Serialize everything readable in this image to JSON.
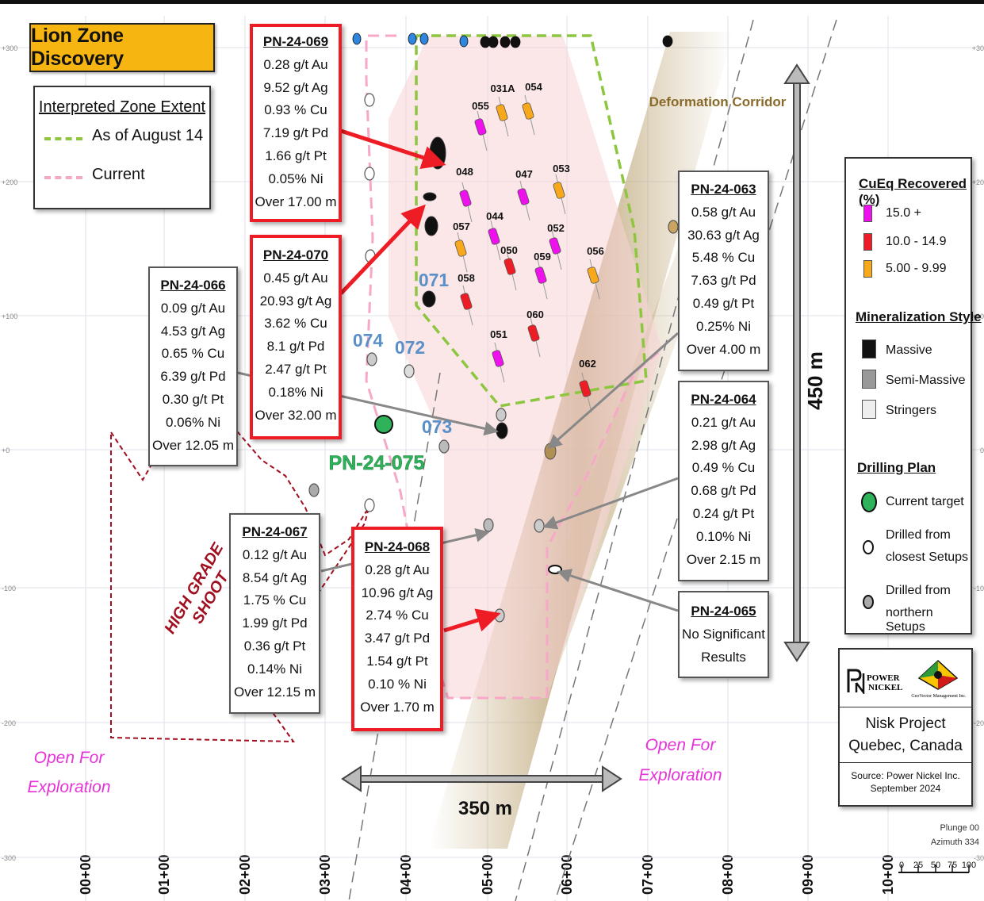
{
  "title": "Lion Zone Discovery",
  "legend_zone": {
    "heading": "Interpreted Zone Extent",
    "items": [
      {
        "label": "As of August 14",
        "color": "#8dc63f"
      },
      {
        "label": "Current",
        "color": "#f7a8c8"
      }
    ]
  },
  "right_legend": {
    "cueq_heading": "CuEq Recovered (%)",
    "cueq_items": [
      {
        "label": "15.0 +",
        "color": "#ee11ee"
      },
      {
        "label": "10.0 - 14.9",
        "color": "#ee1c25"
      },
      {
        "label": "5.00 - 9.99",
        "color": "#f7a81b"
      }
    ],
    "style_heading": "Mineralization Style",
    "style_items": [
      {
        "label": "Massive",
        "color": "#111111"
      },
      {
        "label": "Semi-Massive",
        "color": "#999999"
      },
      {
        "label": "Stringers",
        "color": "#eeeeee"
      }
    ],
    "plan_heading": "Drilling Plan",
    "plan_items": [
      "Current target",
      "Drilled from",
      "closest Setups",
      "Drilled from",
      "northern Setups"
    ]
  },
  "assay_boxes": [
    {
      "id": "PN-24-069",
      "highlight": true,
      "lines": [
        "0.28 g/t Au",
        "9.52 g/t Ag",
        "0.93 % Cu",
        "7.19 g/t Pd",
        "1.66 g/t Pt",
        "0.05% Ni",
        "Over 17.00 m"
      ]
    },
    {
      "id": "PN-24-070",
      "highlight": true,
      "lines": [
        "0.45 g/t Au",
        "20.93 g/t Ag",
        "3.62 % Cu",
        "8.1 g/t Pd",
        "2.47 g/t Pt",
        "0.18% Ni",
        "Over 32.00 m"
      ]
    },
    {
      "id": "PN-24-066",
      "highlight": false,
      "lines": [
        "0.09 g/t Au",
        "4.53 g/t Ag",
        "0.65 % Cu",
        "6.39 g/t Pd",
        "0.30 g/t Pt",
        "0.06% Ni",
        "Over 12.05 m"
      ]
    },
    {
      "id": "PN-24-063",
      "highlight": false,
      "lines": [
        "0.58 g/t Au",
        "30.63 g/t Ag",
        "5.48 % Cu",
        "7.63 g/t Pd",
        "0.49 g/t Pt",
        "0.25% Ni",
        "Over 4.00 m"
      ]
    },
    {
      "id": "PN-24-064",
      "highlight": false,
      "lines": [
        "0.21 g/t Au",
        "2.98 g/t Ag",
        "0.49 % Cu",
        "0.68 g/t Pd",
        "0.24 g/t Pt",
        "0.10% Ni",
        "Over 2.15 m"
      ]
    },
    {
      "id": "PN-24-067",
      "highlight": false,
      "lines": [
        "0.12 g/t Au",
        "8.54 g/t Ag",
        "1.75 % Cu",
        "1.99 g/t Pd",
        "0.36 g/t Pt",
        "0.14% Ni",
        "Over 12.15 m"
      ]
    },
    {
      "id": "PN-24-068",
      "highlight": true,
      "lines": [
        "0.28 g/t Au",
        "10.96 g/t Ag",
        "2.74 % Cu",
        "3.47 g/t Pd",
        "1.54 g/t Pt",
        "0.10 % Ni",
        "Over 1.70 m"
      ]
    },
    {
      "id": "PN-24-065",
      "highlight": false,
      "lines": [
        "No Significant",
        "Results"
      ]
    }
  ],
  "hole_labels": [
    "055",
    "031A",
    "054",
    "048",
    "047",
    "053",
    "057",
    "044",
    "052",
    "050",
    "059",
    "056",
    "058",
    "060",
    "051",
    "062"
  ],
  "blue_hole_labels": [
    "071",
    "074",
    "072",
    "073"
  ],
  "target_label": "PN-24-075",
  "deformation_label": "Deformation Corridor",
  "high_grade_label": [
    "HIGH GRADE",
    "SHOOT"
  ],
  "open_exploration_left": [
    "Open For",
    "Exploration"
  ],
  "open_exploration_right": [
    "Open For",
    "Exploration"
  ],
  "scale_vertical": "450 m",
  "scale_horizontal": "350 m",
  "x_ticks": [
    "00+00",
    "01+00",
    "02+00",
    "03+00",
    "04+00",
    "05+00",
    "06+00",
    "07+00",
    "08+00",
    "09+00",
    "10+00"
  ],
  "y_ticks_left": [
    "+300",
    "+200",
    "+100",
    "+0",
    "-100",
    "-200",
    "-300"
  ],
  "y_ticks_right": [
    "+30",
    "+20",
    "+10",
    "0",
    "-10",
    "-20",
    "-30"
  ],
  "logo_block": {
    "company": [
      "POWER",
      "NICKEL"
    ],
    "partner": "GeoVector Management Inc.",
    "project": [
      "Nisk Project",
      "Quebec, Canada"
    ],
    "source": [
      "Source: Power Nickel Inc.",
      "September 2024"
    ]
  },
  "view_info": [
    "Plunge 00",
    "Azimuth 334"
  ],
  "scale_bar_ticks": [
    "0",
    "25",
    "50",
    "75",
    "100"
  ]
}
